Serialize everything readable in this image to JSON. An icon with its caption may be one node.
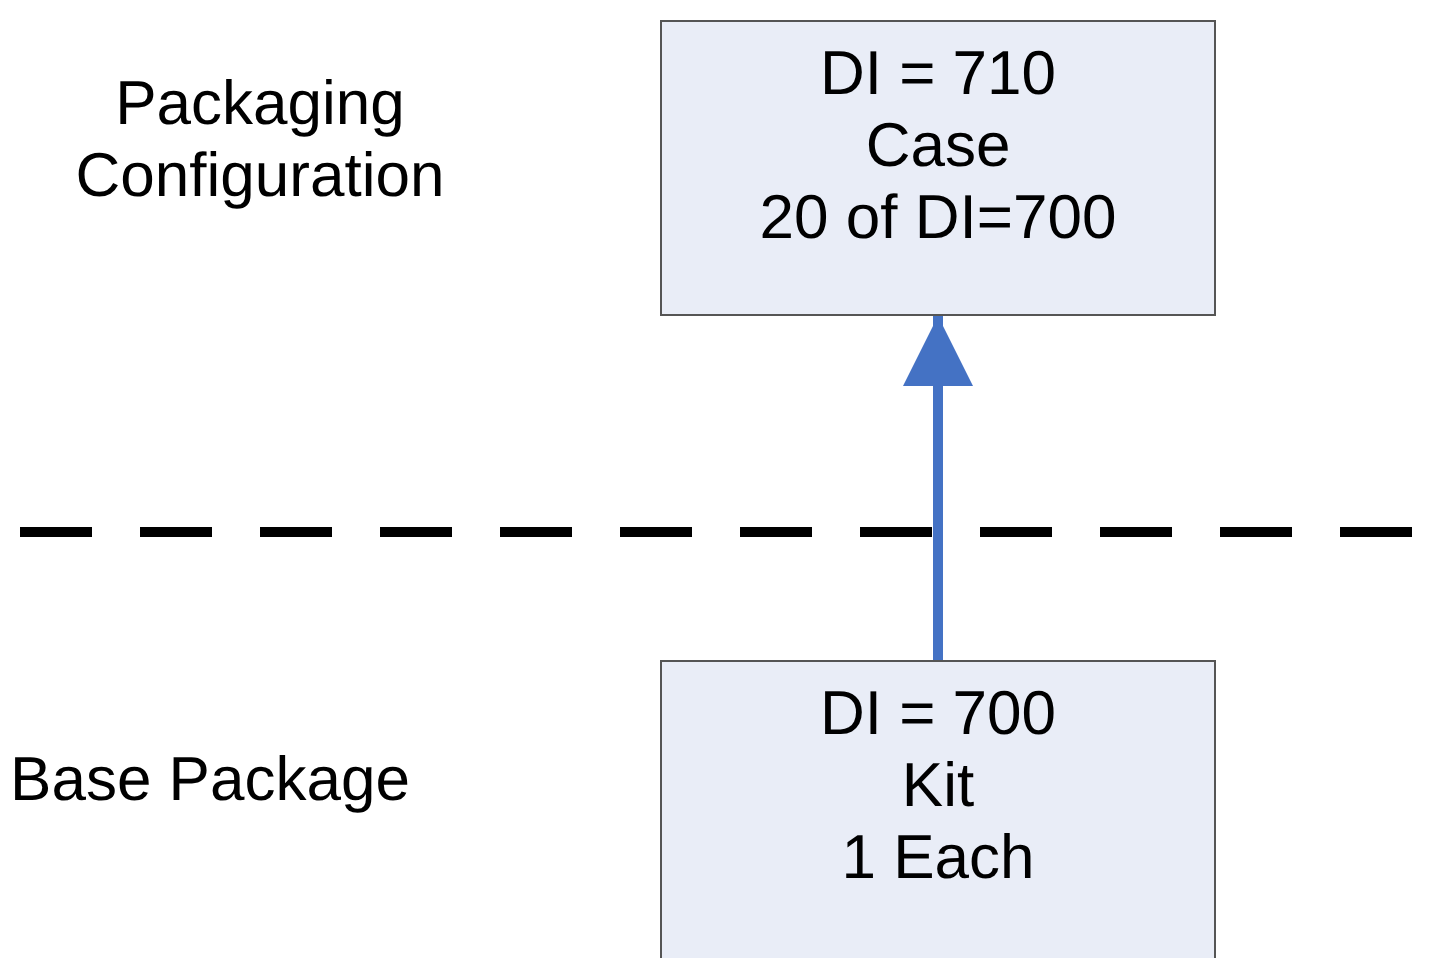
{
  "diagram": {
    "nodes": [
      {
        "text": [
          "DI = 710",
          "Case",
          "20 of DI=700"
        ]
      },
      {
        "text": [
          "DI = 700",
          "Kit",
          "1 Each"
        ]
      }
    ],
    "edges": [
      {
        "from": 1,
        "to": 0,
        "arrow": "to"
      }
    ],
    "labels": [
      "Packaging Configuration",
      "Base Package"
    ]
  }
}
